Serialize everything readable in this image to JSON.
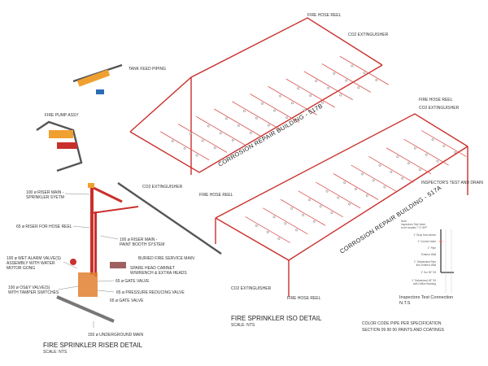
{
  "labels": {
    "hose_reel_1": "FIRE HOSE REEL",
    "co2_1": "CO2 EXTINGUISHER",
    "tank_feed": "TANK FEED PIPING",
    "fire_pump": "FIRE PUMP ASSY",
    "building_517b": "CORROSION REPAIR BUILDING - 517B",
    "hose_reel_2": "FIRE HOSE REEL",
    "co2_2": "CO2 EXTINGUISHER",
    "building_517a": "CORROSION REPAIR BUILDING - 517A",
    "inspector_test_drain": "INSPECTOR'S TEST AND DRAIN",
    "co2_3": "CO2 EXTINGUISHER",
    "hose_reel_3": "FIRE HOSE REEL",
    "riser_sprinkler_1": "100 ø RISER MAIN -",
    "riser_sprinkler_2": "SPRINKLER SYETM",
    "riser_hose_reel": "65 ø RISER FOR HOSE REEL",
    "riser_paint_1": "100 ø RISER MAIN -",
    "riser_paint_2": "PAINT BOOTH SYSTEM",
    "buried_main": "BURIED FIRE SERVICE MAIN",
    "wet_alarm_1": "100 ø WET ALARM VALVE(S)",
    "wet_alarm_2": "ASSEMBLY WITH WATER",
    "wet_alarm_3": "MOTOR GONG",
    "spare_head_1": "SPARE HEAD CABINET",
    "spare_head_2": "W/WRENCH & EXTRA HEADS",
    "gate_valve_1": "65 ø GATE VALVE",
    "osy_1": "100 ø  OS&Y VALVE(S)",
    "osy_2": "WITH TAMPER SWITCHES",
    "prv": "65 ø PRESSURE REDUCING VALVE",
    "gate_valve_2": "65 ø GATE VALVE",
    "underground": "150 ø  UNDERGROUND MAIN",
    "co2_4": "CO2 EXTINGUISHER",
    "hose_reel_4": "FIRE HOSE REEL"
  },
  "titles": {
    "riser_title": "FIRE SPRINKLER RISER DETAIL",
    "riser_scale": "SCALE: NTS",
    "iso_title": "FIRE SPRINKLER ISO DETAIL",
    "iso_scale": "SCALE: NTS",
    "inspector_title": "Inspectors Test Connection",
    "inspector_scale": "N.T.S"
  },
  "inspector_notes": {
    "note1": "Note:",
    "note2": "Inspectors Test Valve",
    "note3": "to be located 7'-0\" AFF",
    "drop": "1\" Drop from above",
    "control": "1\" Control Valve",
    "pipe": "1\" Pipe",
    "wall": "Exterior Wall",
    "galv1": "1\" Galvanized Pipe",
    "galv2": "thru Exterior Wall",
    "elbow": "1\" Scr 90° Ell",
    "galv45_1": "1\" Galvanized 45° Ell",
    "galv45_2": "with Orifice Bushing"
  },
  "spec": {
    "line1": "COLOR CODE PIPE PER SPECIFICATION",
    "line2": "SECTION 09 90 00 PAINTS AND COATINGS"
  },
  "colors": {
    "pipe_red": "#c9302c",
    "pipe_grey": "#555555",
    "fitting_orange": "#f0a030"
  }
}
